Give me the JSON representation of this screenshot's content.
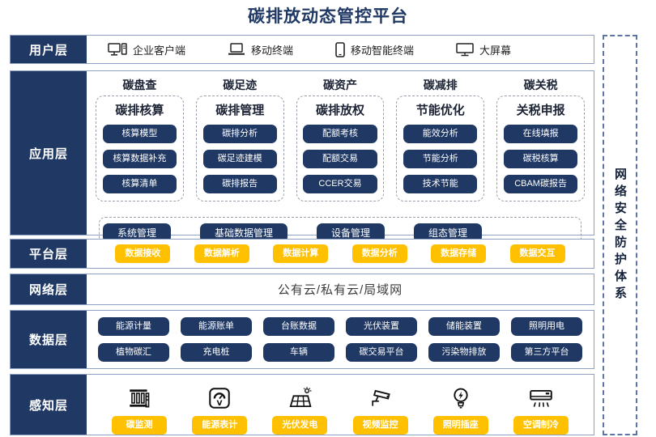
{
  "title": "碳排放动态管控平台",
  "security_bar": {
    "label": "网络安全防护体系"
  },
  "colors": {
    "navy": "#1F3864",
    "yellow": "#FFC000",
    "band_border": "#8EA0C4"
  },
  "layers": {
    "user": {
      "label": "用户层",
      "items": [
        {
          "icon": "desktop-pc-icon",
          "label": "企业客户端"
        },
        {
          "icon": "laptop-icon",
          "label": "移动终端"
        },
        {
          "icon": "smartphone-icon",
          "label": "移动智能终端"
        },
        {
          "icon": "big-screen-icon",
          "label": "大屏幕"
        }
      ]
    },
    "app": {
      "label": "应用层",
      "columns": [
        {
          "category": "碳盘查",
          "module": "碳排核算",
          "items": [
            "核算模型",
            "核算数据补充",
            "核算清单"
          ]
        },
        {
          "category": "碳足迹",
          "module": "碳排管理",
          "items": [
            "碳排分析",
            "碳足迹建模",
            "碳排报告"
          ]
        },
        {
          "category": "碳资产",
          "module": "碳排放权",
          "items": [
            "配额考核",
            "配额交易",
            "CCER交易"
          ]
        },
        {
          "category": "碳减排",
          "module": "节能优化",
          "items": [
            "能效分析",
            "节能分析",
            "技术节能"
          ]
        },
        {
          "category": "碳关税",
          "module": "关税申报",
          "items": [
            "在线填报",
            "碳税核算",
            "CBAM碳报告"
          ]
        }
      ],
      "common": [
        "系统管理",
        "基础数据管理",
        "设备管理",
        "组态管理"
      ]
    },
    "platform": {
      "label": "平台层",
      "items": [
        "数据接收",
        "数据解析",
        "数据计算",
        "数据分析",
        "数据存储",
        "数据交互"
      ]
    },
    "network": {
      "label": "网络层",
      "text": "公有云/私有云/局域网"
    },
    "data": {
      "label": "数据层",
      "rows": [
        [
          "能源计量",
          "能源账单",
          "台账数据",
          "光伏装置",
          "储能装置",
          "照明用电"
        ],
        [
          "植物碳汇",
          "充电桩",
          "车辆",
          "碳交易平台",
          "污染物排放",
          "第三方平台"
        ]
      ]
    },
    "perception": {
      "label": "感知层",
      "items": [
        {
          "icon": "carbon-monitor-icon",
          "label": "碳监测"
        },
        {
          "icon": "energy-meter-icon",
          "label": "能源表计"
        },
        {
          "icon": "solar-panel-icon",
          "label": "光伏发电"
        },
        {
          "icon": "cctv-camera-icon",
          "label": "视频监控"
        },
        {
          "icon": "light-bulb-icon",
          "label": "照明插座"
        },
        {
          "icon": "air-conditioner-icon",
          "label": "空调制冷"
        }
      ]
    }
  }
}
